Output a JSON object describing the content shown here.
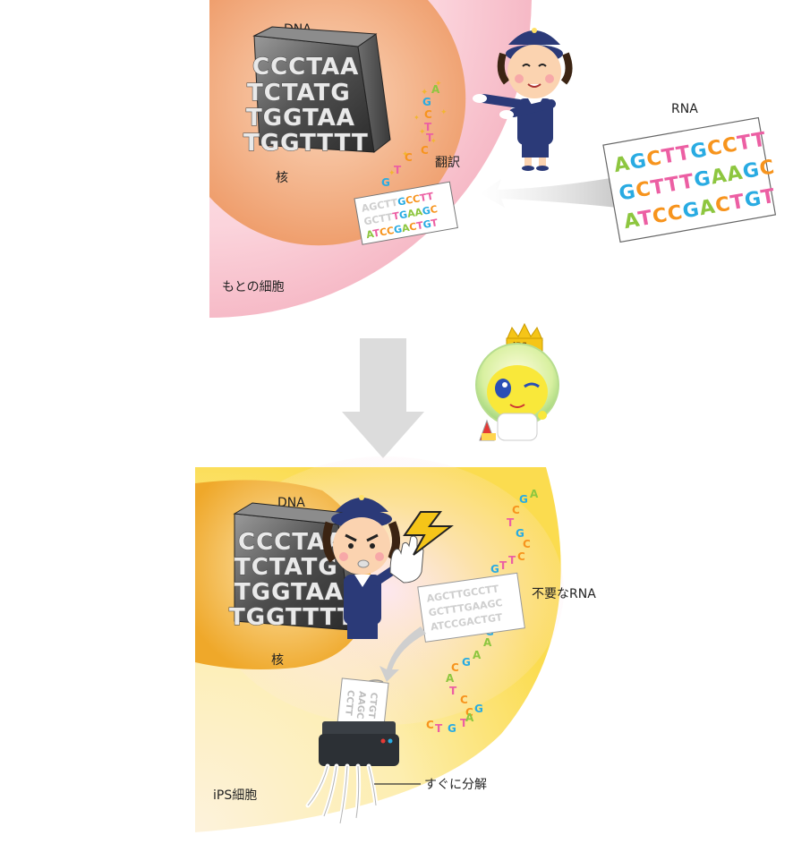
{
  "top": {
    "dna_label": "DNA",
    "nucleus_label": "核",
    "dna_sequence": [
      "CCCTAA",
      "TCTATG",
      "TGGTAA",
      "TGGTTTT"
    ],
    "rna_label": "RNA",
    "rna_sequence": [
      "AGCTTGCCTT",
      "GCTTTGAAGC",
      "ATCCGACTGT"
    ],
    "translation_label": "翻訳",
    "cell_label": "もとの細胞",
    "floating_bases": [
      "A",
      "G",
      "C",
      "T",
      "T",
      "C",
      "C",
      "T",
      "G"
    ]
  },
  "mascot": {
    "crown_text": "iPS"
  },
  "bottom": {
    "dna_label": "DNA",
    "nucleus_label": "核",
    "dna_sequence": [
      "CCCTAA",
      "TCTATG",
      "TGGTAA",
      "TGGTTTT"
    ],
    "unneeded_rna_label": "不要なRNA",
    "unneeded_rna_sequence": [
      "AGCTTGCCTT",
      "GCTTTGAAGC",
      "ATCCGACTGT"
    ],
    "shredded_paper_text": [
      "CCTT",
      "AAGC",
      "CTGT"
    ],
    "decompose_label": "すぐに分解",
    "cell_label": "iPS細胞",
    "strand_upper": [
      "A",
      "G",
      "C",
      "T",
      "G",
      "C",
      "C",
      "T",
      "T",
      "G"
    ],
    "strand_lower": [
      "G",
      "A",
      "A",
      "G",
      "C",
      "A",
      "T",
      "C",
      "C",
      "T",
      "G",
      "T",
      "C",
      "A",
      "G"
    ]
  },
  "colors": {
    "A": "#8dc63f",
    "C": "#f7941d",
    "G": "#29abe2",
    "T": "#ec5fa3",
    "top_cell": "#f9c7cf",
    "top_nucleus": "#f2a679",
    "bottom_cell": "#fce36a",
    "bottom_nucleus": "#f2b134",
    "arrow": "#d9d9d9"
  }
}
